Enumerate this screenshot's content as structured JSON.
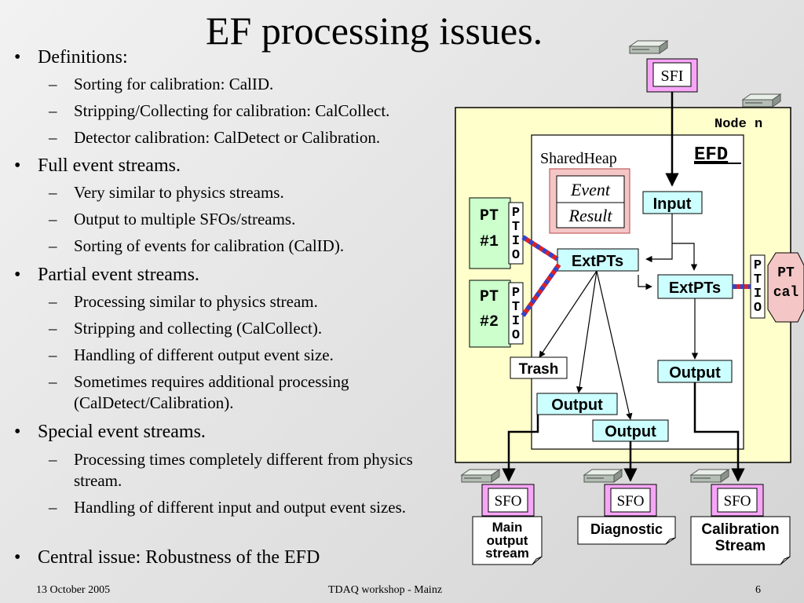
{
  "title": "EF processing issues.",
  "bullets": [
    {
      "text": "Definitions:",
      "subs": [
        "Sorting for calibration: CalID.",
        "Stripping/Collecting for calibration: CalCollect.",
        "Detector calibration: CalDetect or Calibration."
      ]
    },
    {
      "text": "Full event streams.",
      "subs": [
        "Very similar to physics streams.",
        "Output to multiple SFOs/streams.",
        "Sorting of events for calibration (CalID)."
      ]
    },
    {
      "text": "Partial event streams.",
      "subs": [
        "Processing similar to physics stream.",
        "Stripping and collecting (CalCollect).",
        "Handling of different output event size.",
        "Sometimes requires additional processing (CalDetect/Calibration)."
      ]
    },
    {
      "text": "Special event streams.",
      "subs": [
        "Processing times completely different from physics stream.",
        "Handling of different input and output event sizes."
      ]
    },
    {
      "text": "Central issue: Robustness of the EFD",
      "subs": []
    }
  ],
  "footer": {
    "date": "13 October 2005",
    "event": "TDAQ workshop - Mainz",
    "page": "6"
  },
  "diagram": {
    "sfi": "SFI",
    "node": "Node n",
    "efd": "EFD",
    "shared_heap": "SharedHeap",
    "event": "Event",
    "result": "Result",
    "input": "Input",
    "extpts": "ExtPTs",
    "trash": "Trash",
    "output": "Output",
    "pt1": [
      "PT",
      "#1"
    ],
    "pt2": [
      "PT",
      "#2"
    ],
    "ptcal": [
      "PT",
      "cal"
    ],
    "ptio": [
      "P",
      "T",
      "I",
      "O"
    ],
    "sfo": "SFO",
    "streams": {
      "main": [
        "Main",
        "output",
        "stream"
      ],
      "diag": [
        "Diagnostic"
      ],
      "calib": [
        "Calibration",
        "Stream"
      ]
    }
  }
}
